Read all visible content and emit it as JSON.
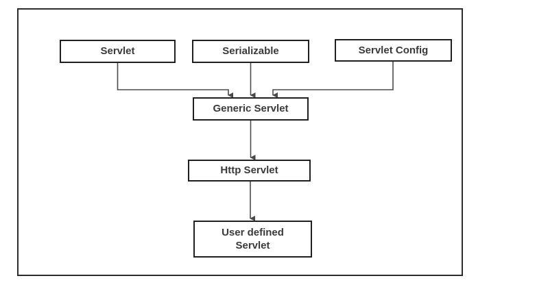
{
  "diagram": {
    "nodes": [
      {
        "id": "servlet",
        "label": "Servlet"
      },
      {
        "id": "serializable",
        "label": "Serializable"
      },
      {
        "id": "servlet-config",
        "label": "Servlet Config"
      },
      {
        "id": "generic-servlet",
        "label": "Generic Servlet"
      },
      {
        "id": "http-servlet",
        "label": "Http Servlet"
      },
      {
        "id": "user-defined-servlet",
        "label": "User defined Servlet"
      }
    ],
    "edges": [
      {
        "from": "Servlet",
        "to": "Generic Servlet"
      },
      {
        "from": "Serializable",
        "to": "Generic Servlet"
      },
      {
        "from": "Servlet Config",
        "to": "Generic Servlet"
      },
      {
        "from": "Generic Servlet",
        "to": "Http Servlet"
      },
      {
        "from": "Http Servlet",
        "to": "User defined Servlet"
      }
    ],
    "colors": {
      "background": "#ffffff",
      "box_border": "#1f1f1f",
      "frame_border": "#2b2b2b",
      "connector": "#4a4a4a",
      "text": "#3a3a3a"
    }
  }
}
